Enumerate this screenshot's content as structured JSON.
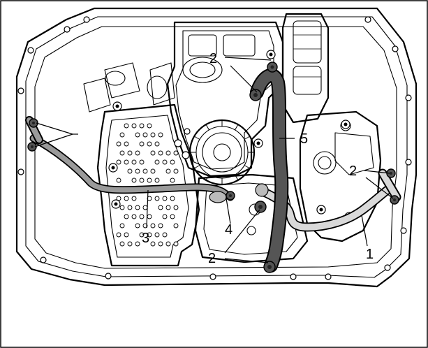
{
  "callouts": [
    {
      "key": "tube_1",
      "text": "1"
    },
    {
      "key": "bolts_top",
      "text": "2"
    },
    {
      "key": "bolts_right",
      "text": "2"
    },
    {
      "key": "bolts_bottom",
      "text": "2"
    },
    {
      "key": "tube_3",
      "text": "3"
    },
    {
      "key": "clamp_4",
      "text": "4"
    },
    {
      "key": "tube_5",
      "text": "5"
    }
  ],
  "colors": {
    "tube_light": "#d9d9d9",
    "tube_mid": "#9a9a9a",
    "tube_dark": "#555555",
    "line": "#000000",
    "background": "#ffffff"
  }
}
